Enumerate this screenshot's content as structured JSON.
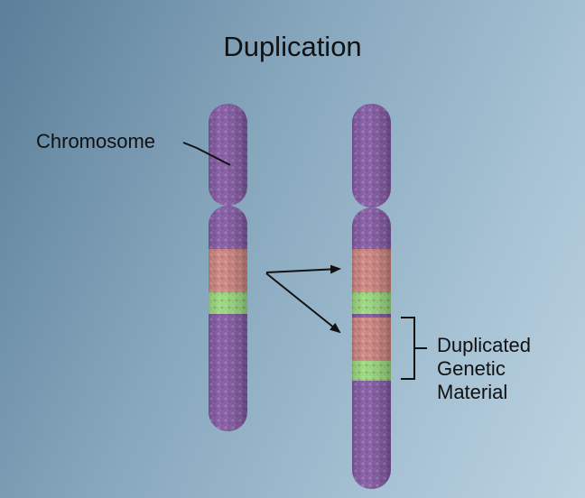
{
  "title": "Duplication",
  "labels": {
    "chromosome": "Chromosome",
    "duplicated_line1": "Duplicated",
    "duplicated_line2": "Genetic",
    "duplicated_line3": "Material"
  },
  "colors": {
    "chromatin": "#7a4c9c",
    "duplicated_segment": "#c97a74",
    "marker_band": "#8fd36f",
    "background": "#87a7bd"
  }
}
